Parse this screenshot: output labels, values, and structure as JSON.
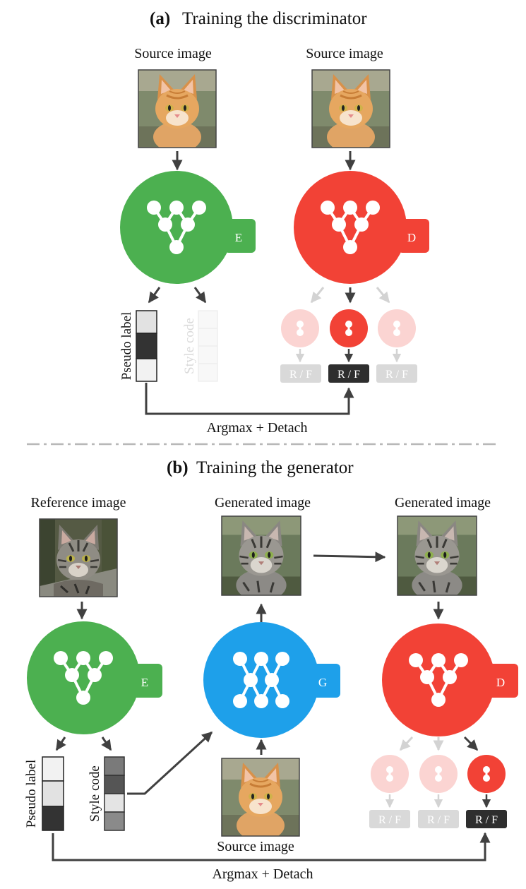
{
  "colors": {
    "encoder": "#4cb050",
    "discriminator": "#f24236",
    "generator": "#1ea0ea",
    "faded": "#fbd4d2",
    "arrow": "#404040",
    "dark_box": "#2e2e2e",
    "faded_box": "#d9d9d9"
  },
  "panel_a": {
    "title_letter": "(a)",
    "title_text": "Training  the discriminator",
    "encoder_input_label": "Source image",
    "discriminator_input_label": "Source image",
    "encoder_badge": "E",
    "discriminator_badge": "D",
    "pseudo_label": "Pseudo label",
    "style_code": "Style code",
    "rf_labels": [
      "R / F",
      "R / F",
      "R / F"
    ],
    "bottom_label": "Argmax  + Detach"
  },
  "panel_b": {
    "title_letter": "(b)",
    "title_text": "Training  the generator",
    "reference_label": "Reference  image",
    "generated_label_1": "Generated image",
    "generated_label_2": "Generated image",
    "source_label": "Source image",
    "encoder_badge": "E",
    "generator_badge": "G",
    "discriminator_badge": "D",
    "pseudo_label": "Pseudo label",
    "style_code": "Style code",
    "rf_labels": [
      "R / F",
      "R / F",
      "R / F"
    ],
    "bottom_label": "Argmax + Detach"
  },
  "image_icons": {
    "source": "orange-kitten-photo",
    "reference": "tabby-cat-photo",
    "generated": "generated-tabby-cat-photo"
  }
}
